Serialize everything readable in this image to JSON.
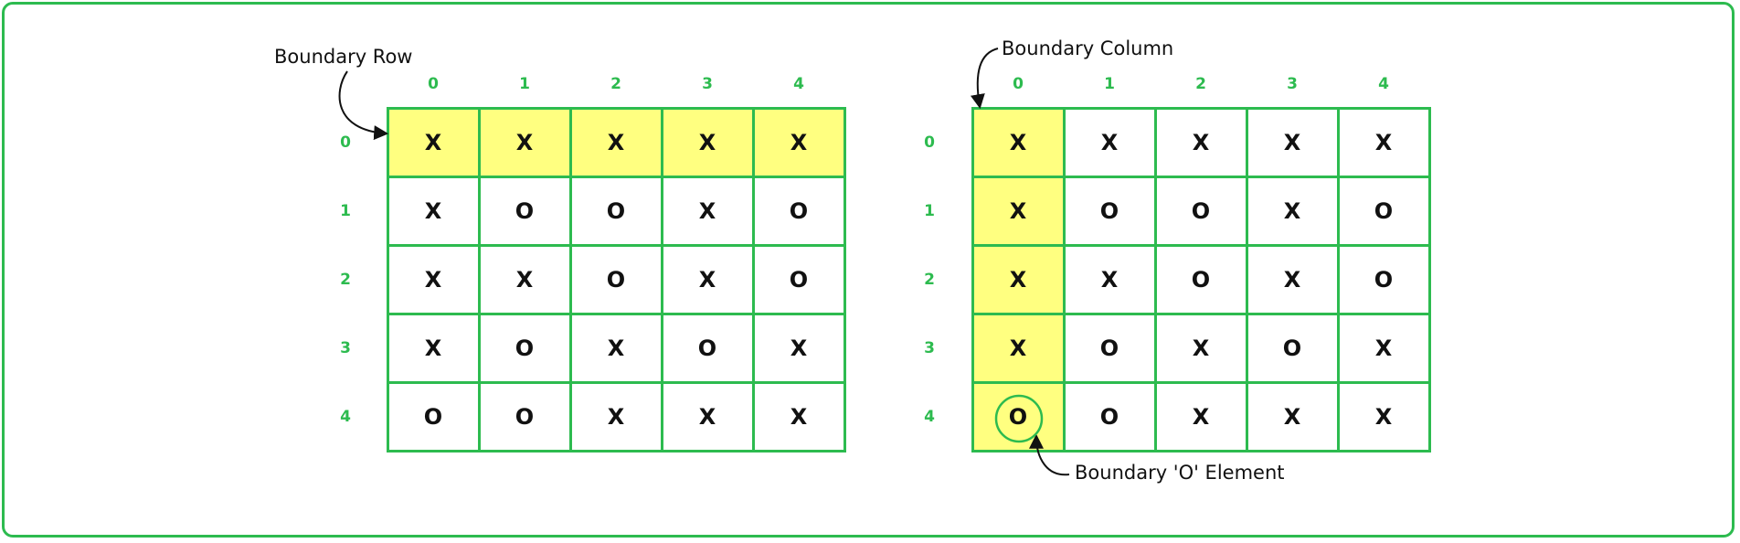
{
  "colors": {
    "grid": "#2dbb4f",
    "highlight": "#ffff80",
    "text": "#111111",
    "index": "#2dbb4f"
  },
  "left_grid": {
    "col_indices": [
      "0",
      "1",
      "2",
      "3",
      "4"
    ],
    "row_indices": [
      "0",
      "1",
      "2",
      "3",
      "4"
    ],
    "highlight": "row0",
    "cells": [
      [
        "X",
        "X",
        "X",
        "X",
        "X"
      ],
      [
        "X",
        "O",
        "O",
        "X",
        "O"
      ],
      [
        "X",
        "X",
        "O",
        "X",
        "O"
      ],
      [
        "X",
        "O",
        "X",
        "O",
        "X"
      ],
      [
        "O",
        "O",
        "X",
        "X",
        "X"
      ]
    ],
    "annotation": "Boundary Row"
  },
  "right_grid": {
    "col_indices": [
      "0",
      "1",
      "2",
      "3",
      "4"
    ],
    "row_indices": [
      "0",
      "1",
      "2",
      "3",
      "4"
    ],
    "highlight": "col0",
    "cells": [
      [
        "X",
        "X",
        "X",
        "X",
        "X"
      ],
      [
        "X",
        "O",
        "O",
        "X",
        "O"
      ],
      [
        "X",
        "X",
        "O",
        "X",
        "O"
      ],
      [
        "X",
        "O",
        "X",
        "O",
        "X"
      ],
      [
        "O",
        "O",
        "X",
        "X",
        "X"
      ]
    ],
    "annotation_column": "Boundary Column",
    "annotation_element": "Boundary 'O' Element"
  }
}
